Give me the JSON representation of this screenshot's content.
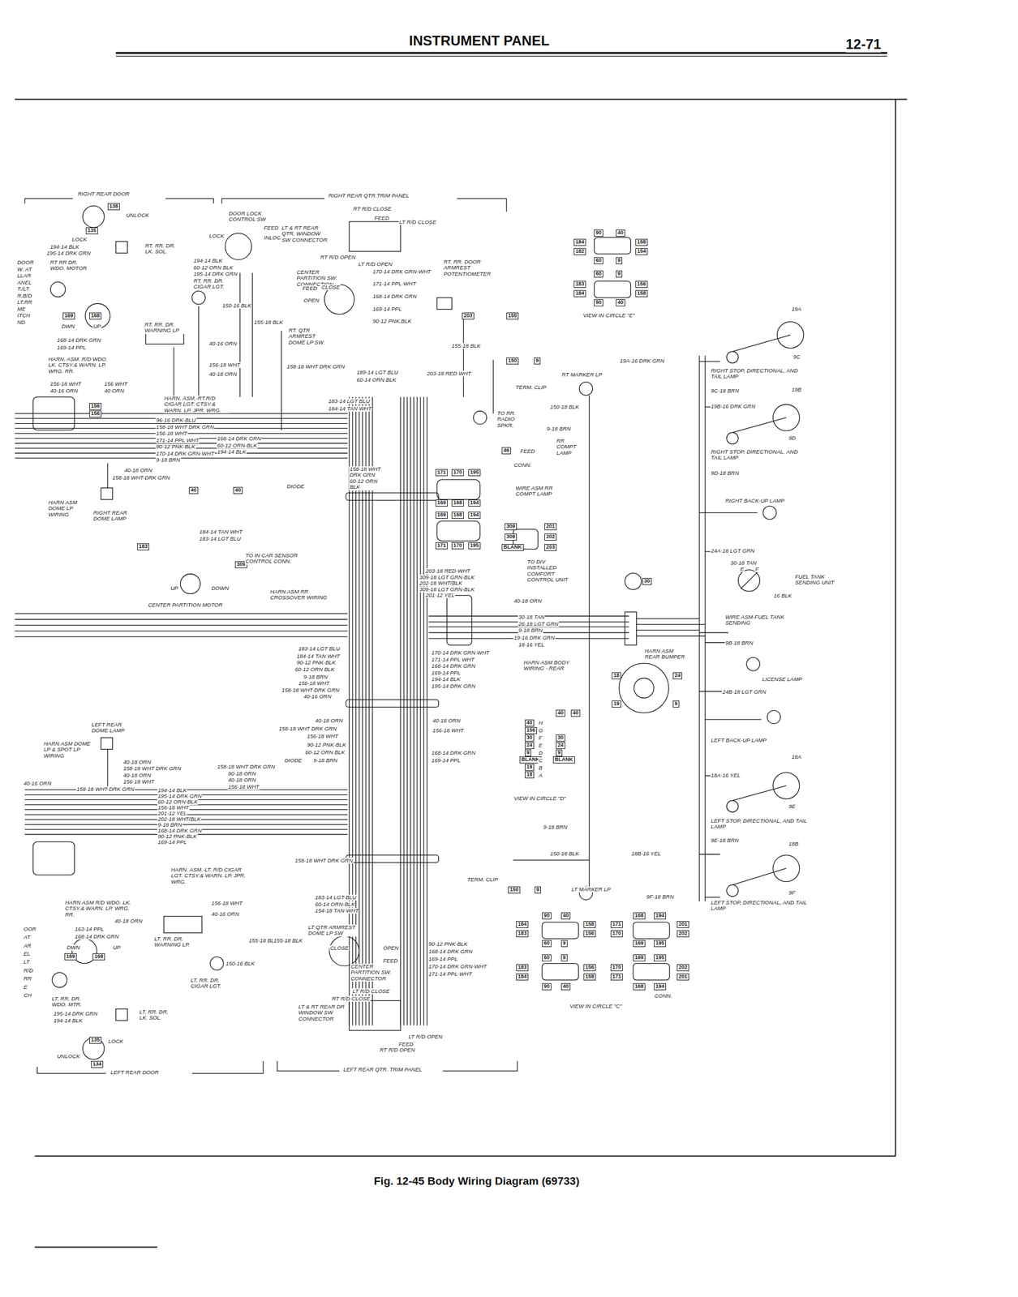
{
  "diagram": {
    "title": "INSTRUMENT PANEL",
    "caption": "Fig. 12-45 Body Wiring Diagram (69733)",
    "labels": [
      "12-71",
      "DOOR",
      "W. AT",
      "LLAR",
      "ANEL",
      "T./LT.",
      "R.B/D",
      "LT.RR",
      "ME",
      "ITCH",
      "ND",
      "RIGHT REAR DOOR",
      "RIGHT REAR QTR.TRIM PANEL",
      "138",
      "UNLOCK",
      "135",
      "LOCK",
      "194-14 BLK",
      "195-14 DRK GRN",
      "RT. RR. DR. LK. SOL.",
      "RT RR DR. WDO. MOTOR",
      "169",
      "168",
      "DWN",
      "UP",
      "168-14 DRK GRN",
      "169-14 PPL",
      "HARN. ASM. R/D WDO. LK. CTSY.& WARN. LP. WRG. RR.",
      "156-18 WHT",
      "40-16 ORN",
      "156 WHT",
      "40 ORN",
      "156",
      "156",
      "DOOR LOCK CONTROL SW",
      "LOCK",
      "FEED",
      "INLOCK",
      "LT & RT REAR QTR. WINDOW SW CONNECTOR",
      "RT R/D CLOSE",
      "FEED",
      "LT R/D CLOSE",
      "RT R/D OPEN",
      "LT R/D OPEN",
      "CENTER PARTITION SW. CONNECTION",
      "FEED",
      "CLOSE",
      "OPEN",
      "170-14 DRK GRN-WHT",
      "171-14 PPL-WHT",
      "168-14 DRK GRN",
      "169-14 PPL",
      "90-12 PNK.BLK",
      "194-14 BLK",
      "60-12 ORN BLK",
      "195-14 DRK GRN",
      "RT. RR. DR. CIGAR LGT.",
      "150-16 BLK",
      "RT. RR. DR. WARNING LP",
      "40-16 ORN",
      "156-18 WHT",
      "40-18 ORN",
      "155-18 BLK",
      "RT. QTR ARMREST DOME LP SW.",
      "158-18 WHT DRK GRN",
      "189-14 LGT BLU",
      "60-14 ORN BLK",
      "183-14 LGT BLU",
      "184-14 TAN WHT",
      "HARN. ASM.-RT.R/D CIGAR LGT. CTSY.& WARN. LP. JPR. WRG.",
      "96-16 DRK-BLU",
      "158-18 WHT DRK GRN",
      "156-18 WHT",
      "171-14 PPL WHT",
      "90-12 PNK-BLK",
      "170-14 DRK GRN-WHT",
      "9-18 BRN",
      "168-14 DRK GRN",
      "60-12 ORN-BLK",
      "194-14 BLK",
      "40-18 ORN",
      "158-18 WHT-DRK GRN",
      "HARN ASM DOME LP WIRING",
      "RIGHT REAR DOME LAMP",
      "40",
      "40",
      "DIODE",
      "E",
      "158-18 WHT DRK GRN 60-12 ORN BLK",
      "RT. RR. DOOR ARMREST POTENTIOMETER",
      "203",
      "155",
      "155-18 BLK",
      "203-18 RED WHT",
      "150",
      "9",
      "TERM. CLIP",
      "150-18 BLK",
      "RT MARKER LP",
      "TO RR. RADIO SPKR.",
      "9-18 BRN",
      "46",
      "FEED",
      "RR COMPT LAMP",
      "CONN.",
      "WIRE ASM RR COMPT LAMP",
      "171",
      "170",
      "195",
      "169",
      "168",
      "194",
      "169",
      "168",
      "194",
      "171",
      "170",
      "195",
      "309",
      "201",
      "309",
      "202",
      "BLANK",
      "203",
      "TO DIV INSTALLED COMFORT CONTROL UNIT",
      "40-18 ORN",
      "203-18 RED-WHT",
      "309-18 LGT GRN-BLK",
      "202-18 WHT/BLK",
      "309-18 LGT GRN-BLK",
      "201-12 YEL",
      "184-14 TAN WHT",
      "183-14 LGT BLU",
      "183",
      "309",
      "TO IN CAR SENSOR CONTROL CONN.",
      "UP",
      "DOWN",
      "CENTER PARTITION MOTOR",
      "HARN ASM RR CROSSOVER WIRING",
      "30-18 TAN",
      "26-18 LGT GRN",
      "9-18 BRN",
      "19-16 DRK GRN",
      "18-16 YEL",
      "183-14 LGT BLU",
      "184-14 TAN WHT",
      "90-12 PNK-BLK",
      "60-12 ORN BLK",
      "9-18 BRN",
      "156-18 WHT",
      "158-18 WHT-DRK GRN",
      "40-16 ORN",
      "170-14 DRK GRN WHT",
      "171-14 PPL WHT",
      "168-14 DRK GRN",
      "169-14 PPL",
      "194-14 BLK",
      "195-14 DRK GRN",
      "HARN ASM BODY WIRING - REAR",
      "HARN ASM REAR BUMPER",
      "18",
      "24",
      "19",
      "9",
      "40-18 ORN",
      "158-18 WHT DRK GRN",
      "156-18 WHT",
      "90-12 PNK-BLK",
      "60-12 ORN BLK",
      "DIODE",
      "9-18 BRN",
      "40-18 ORN",
      "156-18 WHT",
      "168-14 DRK GRN",
      "169-14 PPL",
      "40",
      "H",
      "156",
      "G",
      "30",
      "F",
      "24",
      "E",
      "9",
      "D",
      "BLANK",
      "C",
      "19",
      "B",
      "18",
      "A",
      "40",
      "40",
      "30",
      "24",
      "9",
      "BLANK",
      "VIEW IN CIRCLE \"D\"",
      "90",
      "40",
      "184",
      "158",
      "182",
      "154",
      "60",
      "9",
      "60",
      "9",
      "183",
      "156",
      "184",
      "158",
      "90",
      "40",
      "VIEW IN CIRCLE \"E\"",
      "19A-16 DRK GRN",
      "19A",
      "9C",
      "RIGHT STOP, DIRECTIONAL, AND TAIL LAMP",
      "9C-18 BRN",
      "19B",
      "19B-16 DRK GRN",
      "9D",
      "RIGHT STOP, DIRECTIONAL, AND TAIL LAMP",
      "9D-18 BRN",
      "RIGHT BACK-UP LAMP",
      "24A-18 LGT GRN",
      "30-18 TAN",
      "FUEL TANK SENDING UNIT",
      "E",
      "F",
      "16 BLK",
      "30",
      "WIRE ASM-FUEL TANK SENDING",
      "9B-18 BRN",
      "LICENSE LAMP",
      "24B-18 LGT GRN",
      "LEFT BACK-UP LAMP",
      "18A",
      "18A-16 YEL",
      "9E",
      "LEFT STOP, DIRECTIONAL, AND TAIL LAMP",
      "9E-18 BRN",
      "18B",
      "18B-16 YEL",
      "9F",
      "9F-18 BRN",
      "LEFT STOP, DIRECTIONAL, AND TAIL LAMP",
      "9-18 BRN",
      "150-18 BLK",
      "TERM. CLIP",
      "150",
      "9",
      "LT MARKER LP",
      "90",
      "40",
      "184",
      "158",
      "183",
      "156",
      "60",
      "9",
      "60",
      "9",
      "183",
      "156",
      "184",
      "158",
      "90",
      "40",
      "168",
      "194",
      "171",
      "201",
      "170",
      "202",
      "169",
      "195",
      "169",
      "195",
      "170",
      "202",
      "171",
      "201",
      "168",
      "194",
      "CONN.",
      "VIEW IN CIRCLE \"C\"",
      "LEFT REAR DOME LAMP",
      "HARN ASM DOME LP & SPOT LP WIRING",
      "40-18 ORN",
      "158-18 WHT DRK GRN",
      "40-18 ORN",
      "156-18 WHT",
      "40-16 ORN",
      "158-18 WHT-DRK GRN",
      "194-14 BLK",
      "195-14 DRK GRN",
      "60-12 ORN-BLK",
      "156-18 WHT",
      "201-12 YEL",
      "202-18 WHT/BLK",
      "9-18 BRN",
      "168-14 DRK GRN",
      "90-12 PNK-BLK",
      "169-14 PPL",
      "158-18 WHT DRK GRN",
      "90-18 ORN",
      "40-18 ORN",
      "156-18 WHT",
      "OOR",
      "AT",
      "AR",
      "EL",
      "LT",
      "R/D",
      "RR",
      "E",
      "CH",
      "HARN. ASM.-LT. R/D CIGAR LGT. CTSY.& WARN. LP. JPR. WRG.",
      "156-18 WHT",
      "40-16 ORN",
      "HARN ASM R/D WDO. LK. CTSY.& WARN. LP. WRG. RR.",
      "40-18 ORN",
      "163-14 PPL",
      "168-14 DRK GRN",
      "DWN",
      "UP",
      "169",
      "168",
      "LT. RR. DR. WARNING LP.",
      "155-18 BLK",
      "150-16 BLK",
      "LT. RR. DR. CIGAR LGT.",
      "LT. RR. DR. WDO. MTR.",
      "195-14 DRK GRN",
      "194-14 BLK",
      "LT. RR. DR. LK. SOL.",
      "135",
      "LOCK",
      "UNLOCK",
      "134",
      "LEFT REAR DOOR",
      "LEFT REAR QTR. TRIM PANEL",
      "158-18 WHT DRK GRN",
      "183-14 LGT-BLU",
      "60-14 ORN-BLK",
      "154-18 TAN-WHT",
      "LT QTR ARMREST DOME LP SW",
      "155-18 BLK",
      "OPEN",
      "FEED",
      "CLOSE",
      "90-12 PNK-BLK",
      "168-14 DRK GRN",
      "169-14 PPL",
      "170-14 DRK GRN-WHT",
      "171-14 PPL-WHT",
      "CENTER PARTITION SW. CONNECTOR",
      "LT R/D CLOSE",
      "RT R/D CLOSE",
      "LT & RT REAR DR WINDOW SW CONNECTOR",
      "LT R/D OPEN",
      "FEED",
      "RT R/D OPEN"
    ]
  }
}
